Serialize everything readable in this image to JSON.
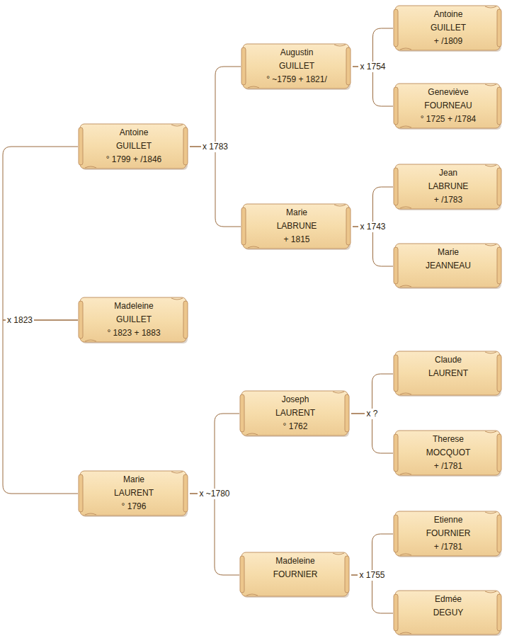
{
  "diagram": {
    "nodes": [
      {
        "text": [
          "Antoine",
          "GUILLET",
          "° 1799 + /1846"
        ]
      },
      {
        "text": [
          "Madeleine",
          "GUILLET",
          "° 1823 + 1883"
        ]
      },
      {
        "text": [
          "Marie",
          "LAURENT",
          "° 1796"
        ]
      },
      {
        "text": [
          "Augustin",
          "GUILLET",
          "° ~1759 + 1821/"
        ]
      },
      {
        "text": [
          "Marie",
          "LABRUNE",
          "+ 1815"
        ]
      },
      {
        "text": [
          "Joseph",
          "LAURENT",
          "° 1762"
        ]
      },
      {
        "text": [
          "Madeleine",
          "FOURNIER"
        ]
      },
      {
        "text": [
          "Antoine",
          "GUILLET",
          "+ /1809"
        ]
      },
      {
        "text": [
          "Geneviève",
          "FOURNEAU",
          "° 1725 + /1784"
        ]
      },
      {
        "text": [
          "Jean",
          "LABRUNE",
          "+ /1783"
        ]
      },
      {
        "text": [
          "Marie",
          "JEANNEAU"
        ]
      },
      {
        "text": [
          "Claude",
          "LAURENT"
        ]
      },
      {
        "text": [
          "Therese",
          "MOCQUOT",
          "+ /1781"
        ]
      },
      {
        "text": [
          "Etienne",
          "FOURNIER",
          "+ /1781"
        ]
      },
      {
        "text": [
          "Edmée",
          "DEGUY"
        ]
      }
    ],
    "edges": [
      {
        "from": 1,
        "to": 0,
        "arrow": "none",
        "label": "x 1823"
      },
      {
        "from": 1,
        "to": 2,
        "arrow": "none"
      },
      {
        "from": 0,
        "to": 3,
        "arrow": "none",
        "label": "x 1783"
      },
      {
        "from": 0,
        "to": 4,
        "arrow": "none"
      },
      {
        "from": 2,
        "to": 5,
        "arrow": "none",
        "label": "x ~1780"
      },
      {
        "from": 2,
        "to": 6,
        "arrow": "none"
      },
      {
        "from": 3,
        "to": 7,
        "arrow": "none",
        "label": "x 1754"
      },
      {
        "from": 3,
        "to": 8,
        "arrow": "none"
      },
      {
        "from": 4,
        "to": 9,
        "arrow": "none",
        "label": "x 1743"
      },
      {
        "from": 4,
        "to": 10,
        "arrow": "none"
      },
      {
        "from": 5,
        "to": 11,
        "arrow": "none",
        "label": "x ?"
      },
      {
        "from": 5,
        "to": 12,
        "arrow": "none"
      },
      {
        "from": 6,
        "to": 13,
        "arrow": "none",
        "label": "x 1755"
      },
      {
        "from": 6,
        "to": 14,
        "arrow": "none"
      }
    ]
  }
}
